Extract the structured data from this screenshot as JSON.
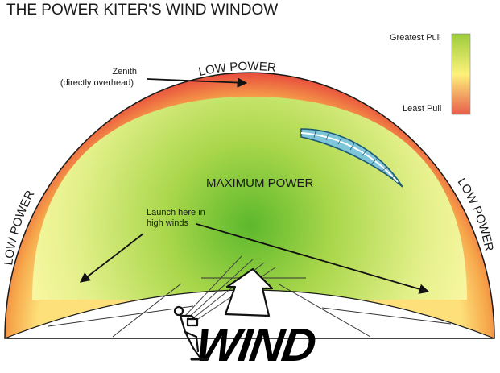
{
  "title": "THE POWER KITER'S WIND WINDOW",
  "legend": {
    "top_label": "Greatest Pull",
    "bottom_label": "Least Pull",
    "colors": [
      "#9ccc3a",
      "#fdf27a",
      "#e85d4d"
    ]
  },
  "zones": {
    "outer_colors": [
      "#e84c3d",
      "#f6a64a",
      "#fde07a"
    ],
    "inner_colors": [
      "#5cb82c",
      "#a8d64a",
      "#e3f08a",
      "#fbf7a4"
    ],
    "ground_color": "#ffffff"
  },
  "labels": {
    "zenith_line1": "Zenith",
    "zenith_line2": "(directly overhead)",
    "low_power_top": "LOW POWER",
    "low_power_left": "LOW POWER",
    "low_power_right": "LOW POWER",
    "maximum_power": "MAXIMUM POWER",
    "launch_line1": "Launch here in",
    "launch_line2": "high winds",
    "wind": "WIND"
  },
  "icons": {
    "kite": "kite-icon",
    "kiter": "kiter-figure-icon",
    "wind_arrow": "wind-arrow-icon"
  }
}
